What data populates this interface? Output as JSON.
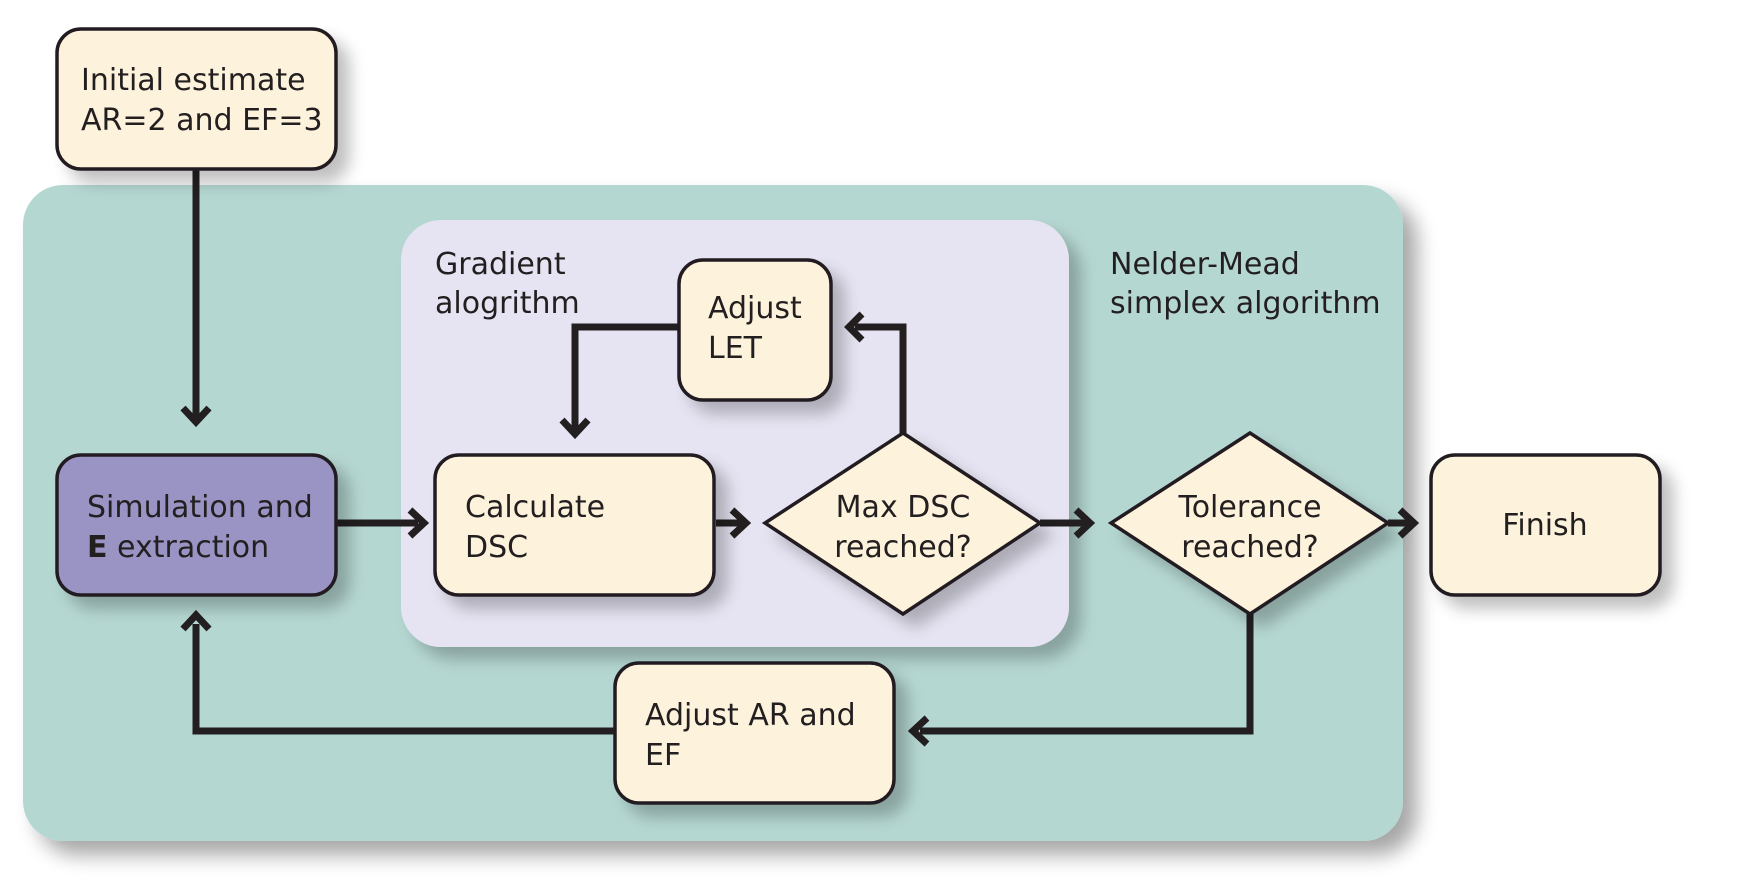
{
  "regions": {
    "nelder_mead": {
      "label_line1": "Nelder-Mead",
      "label_line2": "simplex algorithm"
    },
    "gradient": {
      "label_line1": "Gradient",
      "label_line2": "alogrithm"
    }
  },
  "nodes": {
    "initial_estimate": {
      "line1": "Initial estimate",
      "line2": "AR=2 and EF=3"
    },
    "simulation": {
      "line1": "Simulation and",
      "line2_bold": "E",
      "line2_rest": " extraction"
    },
    "calculate_dsc": {
      "line1": "Calculate",
      "line2": "DSC"
    },
    "adjust_let": {
      "line1": "Adjust",
      "line2": "LET"
    },
    "max_dsc": {
      "line1": "Max DSC",
      "line2": "reached?"
    },
    "tolerance": {
      "line1": "Tolerance",
      "line2": "reached?"
    },
    "finish": {
      "line1": "Finish"
    },
    "adjust_ar_ef": {
      "line1": "Adjust AR and",
      "line2": "EF"
    }
  },
  "colors": {
    "outer_region": "#b5d7d2",
    "inner_region": "#e6e4f2",
    "box_fill": "#fdf3dc",
    "simulation_fill": "#9a94c5",
    "stroke": "#231f20"
  }
}
